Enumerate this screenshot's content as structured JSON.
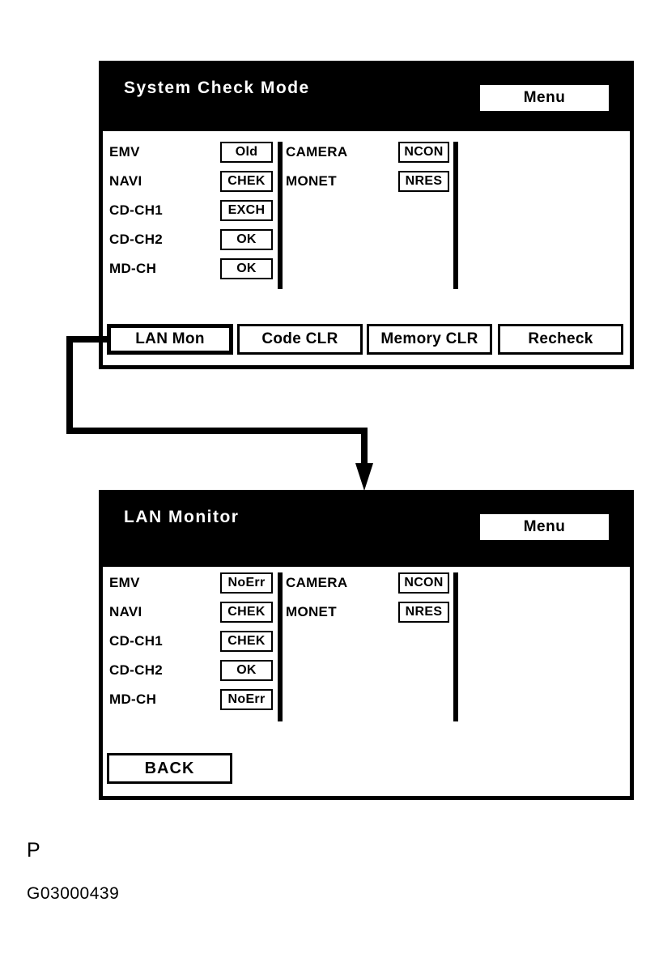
{
  "page": {
    "footer_letter": "P",
    "figure_code": "G03000439"
  },
  "colors": {
    "foreground": "#000000",
    "background": "#ffffff"
  },
  "screen_system_check": {
    "title": "System Check Mode",
    "menu_button": "Menu",
    "device_rows_left": [
      {
        "label": "EMV",
        "status": "Old"
      },
      {
        "label": "NAVI",
        "status": "CHEK"
      },
      {
        "label": "CD-CH1",
        "status": "EXCH"
      },
      {
        "label": "CD-CH2",
        "status": "OK"
      },
      {
        "label": "MD-CH",
        "status": "OK"
      }
    ],
    "device_rows_right": [
      {
        "label": "CAMERA",
        "status": "NCON"
      },
      {
        "label": "MONET",
        "status": "NRES"
      }
    ],
    "action_buttons": [
      {
        "label": "LAN Mon",
        "selected": true
      },
      {
        "label": "Code CLR",
        "selected": false
      },
      {
        "label": "Memory CLR",
        "selected": false
      },
      {
        "label": "Recheck",
        "selected": false
      }
    ]
  },
  "screen_lan_monitor": {
    "title": "LAN Monitor",
    "menu_button": "Menu",
    "device_rows_left": [
      {
        "label": "EMV",
        "status": "NoErr"
      },
      {
        "label": "NAVI",
        "status": "CHEK"
      },
      {
        "label": "CD-CH1",
        "status": "CHEK"
      },
      {
        "label": "CD-CH2",
        "status": "OK"
      },
      {
        "label": "MD-CH",
        "status": "NoErr"
      }
    ],
    "device_rows_right": [
      {
        "label": "CAMERA",
        "status": "NCON"
      },
      {
        "label": "MONET",
        "status": "NRES"
      }
    ],
    "back_button": "BACK"
  }
}
